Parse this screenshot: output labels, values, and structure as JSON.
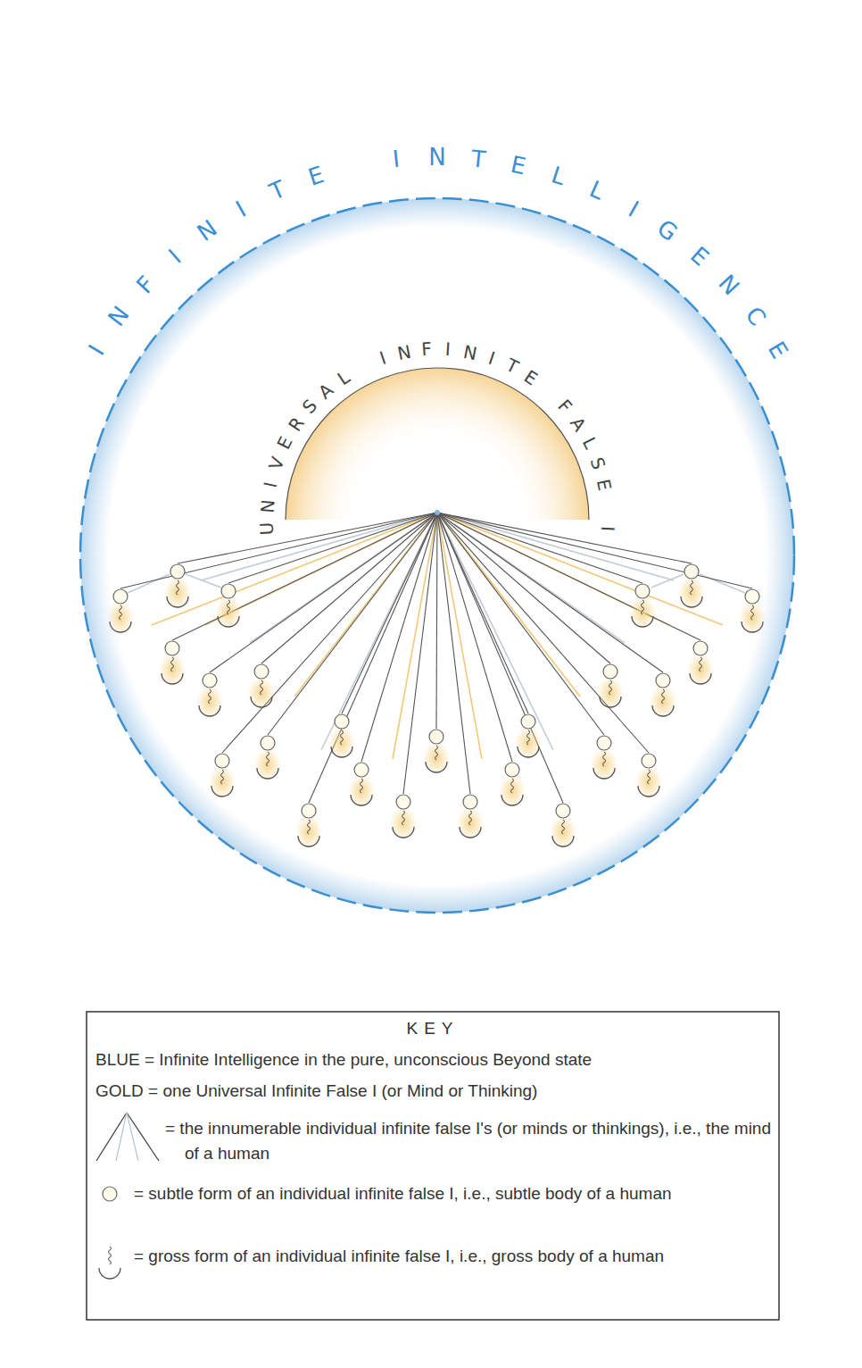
{
  "diagram": {
    "nodes": [
      {
        "text": [
          "INFINITE INTELLIGENCE"
        ]
      },
      {
        "text": [
          "UNIVERSAL INFINITE FALSE I"
        ],
        "in": 0
      }
    ],
    "labels": [
      "KEY"
    ],
    "legend": [
      {
        "text": "BLUE = Infinite Intelligence in the pure, unconscious Beyond state"
      },
      {
        "text": "GOLD = one Universal Infinite False I (or Mind or Thinking)"
      },
      {
        "text": "= the innumerable individual infinite false I's (or minds or thinkings), i.e., the mind of a human"
      },
      {
        "text": "= subtle form of an individual infinite false I, i.e., subtle body of a human"
      },
      {
        "text": "= gross form of an individual infinite false I, i.e., gross body of a human"
      }
    ]
  }
}
